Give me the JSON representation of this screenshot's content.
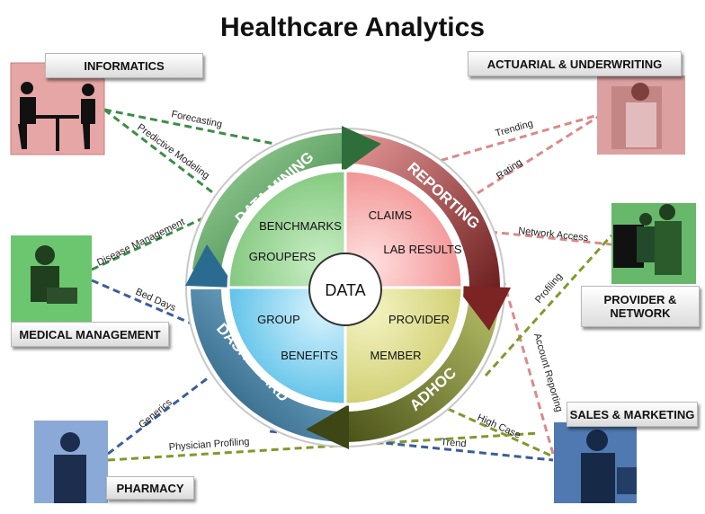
{
  "title": "Healthcare Analytics",
  "colors": {
    "data_mining": "#3f8f4d",
    "reporting": "#a83a3a",
    "adhoc": "#6e7a2e",
    "dashboard": "#2c6c8e",
    "benchmarks_quad": "#8ed28c",
    "claims_quad": "#f39b9b",
    "provider_quad": "#d6d67a",
    "group_quad": "#5fc3ea",
    "green_line": "#3d8c48",
    "red_line": "#d98a8a",
    "blue_line": "#3b5e9c",
    "olive_line": "#7f9a2a"
  },
  "cycle": {
    "center": "DATA",
    "ring": [
      "DATA MINING",
      "REPORTING",
      "ADHOC",
      "DASHBOARD"
    ],
    "quadrants": {
      "top_left": [
        "BENCHMARKS",
        "GROUPERS"
      ],
      "top_right": [
        "CLAIMS",
        "LAB RESULTS"
      ],
      "bottom_right": [
        "PROVIDER",
        "MEMBER"
      ],
      "bottom_left": [
        "GROUP",
        "BENEFITS"
      ]
    }
  },
  "stakeholders": {
    "informatics": "INFORMATICS",
    "actuarial": "ACTUARIAL & UNDERWRITING",
    "medical": "MEDICAL MANAGEMENT",
    "provider_line1": "PROVIDER &",
    "provider_line2": "NETWORK",
    "sales": "SALES & MARKETING",
    "pharmacy": "PHARMACY"
  },
  "connections": {
    "forecasting": "Forecasting",
    "predictive": "Predictive Modeling",
    "disease": "Disease Management",
    "bed_days": "Bed Days",
    "generics": "Generics",
    "physician": "Physician Profiling",
    "trend": "Trend",
    "high_case": "High Case",
    "account": "Account Reporting",
    "profiling": "Profiling",
    "network_access": "Network Access",
    "trending": "Trending",
    "rating": "Rating"
  }
}
